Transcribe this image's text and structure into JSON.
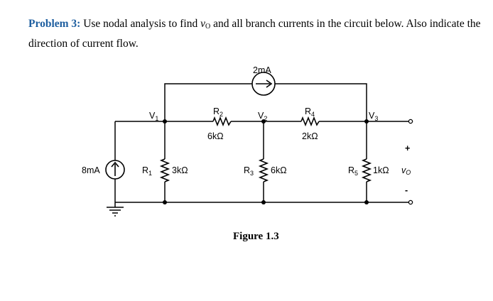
{
  "problem": {
    "label": "Problem 3:",
    "text_before": " Use nodal analysis to find ",
    "vo_var": "v",
    "vo_sub": "O",
    "text_after": " and all branch currents in the circuit below. Also indicate the direction of current flow."
  },
  "circuit": {
    "sources": {
      "current_top": "2mA",
      "current_left": "8mA"
    },
    "nodes": {
      "v1": "V",
      "v1_sub": "1",
      "v2": "V",
      "v2_sub": "2",
      "v3": "V",
      "v3_sub": "3"
    },
    "resistors": {
      "r1_name": "R",
      "r1_sub": "1",
      "r1_value": "3kΩ",
      "r2_name": "R",
      "r2_sub": "2",
      "r2_value": "6kΩ",
      "r3_name": "R",
      "r3_sub": "3",
      "r3_value": "6kΩ",
      "r4_name": "R",
      "r4_sub": "4",
      "r4_value": "2kΩ",
      "r5_name": "R",
      "r5_sub": "5",
      "r5_value": "1kΩ"
    },
    "output": {
      "plus": "+",
      "minus": "-",
      "vo_var": "v",
      "vo_sub": "O"
    }
  },
  "caption": "Figure 1.3"
}
